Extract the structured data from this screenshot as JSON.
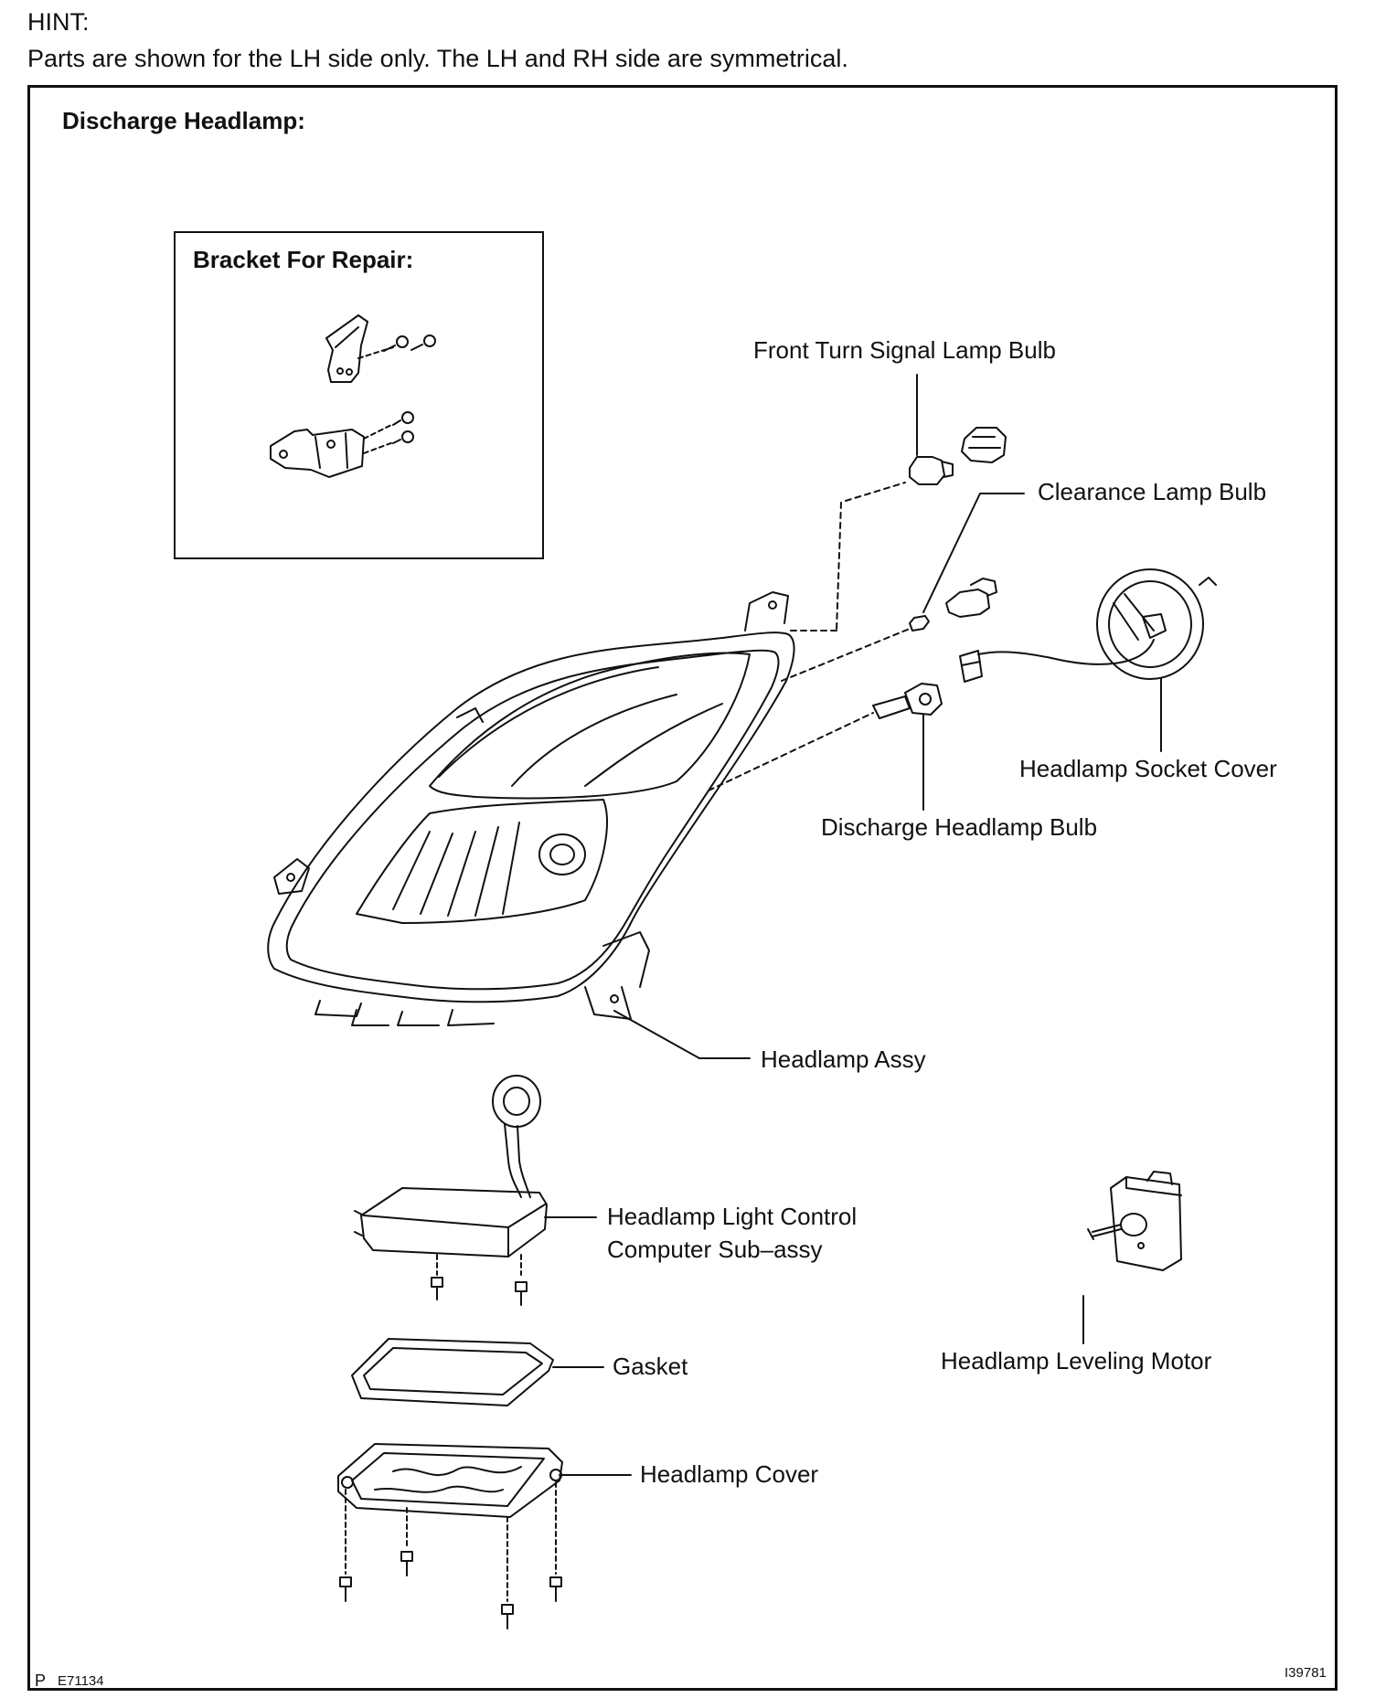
{
  "hint": {
    "title": "HINT:",
    "text": "Parts are shown for the LH side only. The LH and RH side are symmetrical."
  },
  "section_title": "Discharge Headlamp:",
  "inset_title": "Bracket For Repair:",
  "labels": {
    "front_turn_signal_lamp_bulb": "Front Turn Signal Lamp Bulb",
    "clearance_lamp_bulb": "Clearance Lamp Bulb",
    "headlamp_socket_cover": "Headlamp Socket Cover",
    "discharge_headlamp_bulb": "Discharge Headlamp Bulb",
    "headlamp_assy": "Headlamp Assy",
    "headlamp_light_control_line1": "Headlamp Light Control",
    "headlamp_light_control_line2": "Computer Sub–assy",
    "gasket": "Gasket",
    "headlamp_leveling_motor": "Headlamp Leveling Motor",
    "headlamp_cover": "Headlamp Cover"
  },
  "codes": {
    "left_prefix": "P",
    "left": "E71134",
    "right": "I39781"
  }
}
